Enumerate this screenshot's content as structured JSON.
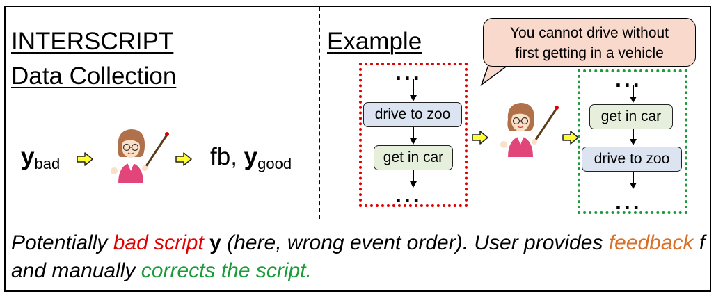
{
  "left_panel": {
    "title_line1": "INTERSCRIPT",
    "title_line2": "Data Collection",
    "formula": {
      "y_bad_symbol": "y",
      "y_bad_sub": "bad",
      "fb_label": "fb,",
      "y_good_symbol": "y",
      "y_good_sub": "good"
    }
  },
  "right_panel": {
    "title": "Example",
    "speech_bubble": {
      "line1": "You cannot drive without",
      "line2": "first getting in a vehicle"
    },
    "bad_script": {
      "border_color": "#e00000",
      "top_ellipsis": "...",
      "steps": [
        "drive to zoo",
        "get in car"
      ],
      "bottom_ellipsis": "..."
    },
    "good_script": {
      "border_color": "#1a9c3a",
      "top_ellipsis": "...",
      "steps": [
        "get in car",
        "drive to zoo"
      ],
      "bottom_ellipsis": "..."
    }
  },
  "caption": {
    "part1": "Potentially ",
    "bad_script": "bad script",
    "y": " y",
    "part2": " (here, wrong event order). User provides ",
    "feedback": "feedback",
    "part3": " f and manually ",
    "corrects": "corrects the script."
  },
  "colors": {
    "bad": "#e00000",
    "feedback": "#d87028",
    "good": "#1a9c3a",
    "arrow_fill": "#ffff33",
    "node_blue": "#dbe4f0",
    "node_green": "#e6efdc",
    "bubble": "#f9d9cc"
  },
  "icons": [
    "yellow-arrow-icon",
    "teacher-icon"
  ]
}
